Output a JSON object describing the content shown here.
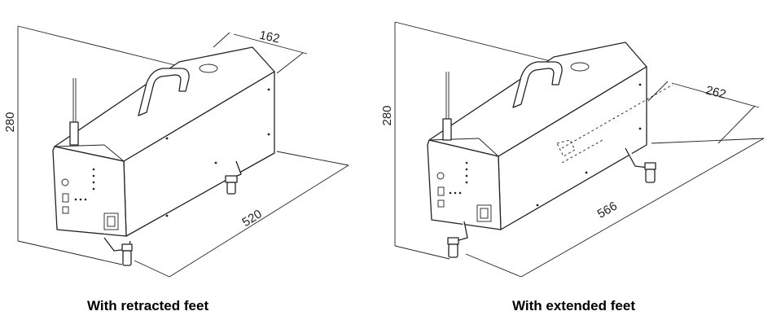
{
  "left_figure": {
    "caption": "With retracted feet",
    "dim_height": "280",
    "dim_width": "162",
    "dim_length": "520"
  },
  "right_figure": {
    "caption": "With extended feet",
    "dim_height": "280",
    "dim_width": "262",
    "dim_length": "566"
  }
}
